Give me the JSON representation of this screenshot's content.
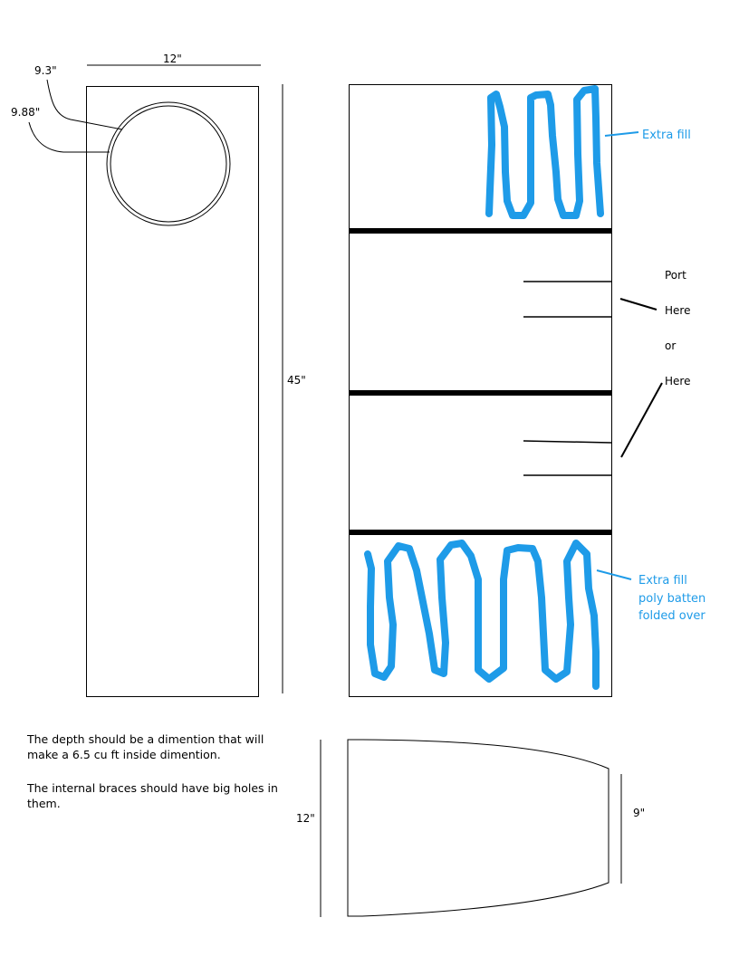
{
  "dimensions": {
    "width_label": "12\"",
    "height_label": "45\"",
    "inner_circle_label": "9.3\"",
    "outer_circle_label": "9.88\"",
    "depth_front_label": "12\"",
    "depth_back_label": "9\""
  },
  "callouts": {
    "extra_fill_top": "Extra fill",
    "extra_fill_bottom_lines": [
      "Extra fill",
      "poly batten",
      "folded over"
    ],
    "port_lines": [
      "Port",
      "Here",
      "or",
      "Here"
    ]
  },
  "notes": {
    "depth_note": "The depth should be a dimention that will make a 6.5 cu ft inside dimention.",
    "brace_note": "The internal braces should have big holes in them."
  },
  "colors": {
    "fill_blue": "#1e9be8",
    "line": "#000000"
  }
}
